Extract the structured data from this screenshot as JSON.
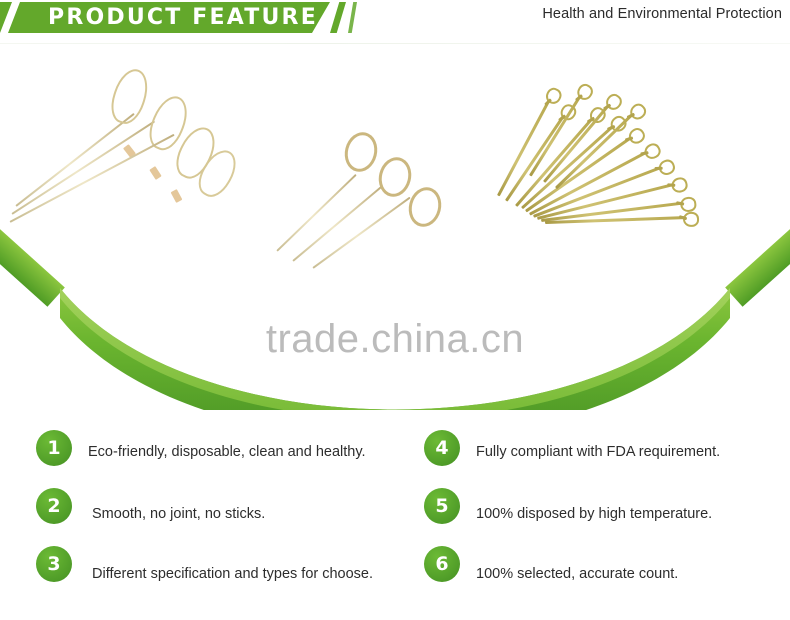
{
  "header": {
    "title": "PRODUCT  FEATURE",
    "subtitle": "Health and Environmental Protection"
  },
  "watermark": {
    "text": "trade.china.cn"
  },
  "photos": {
    "group_left_name": "looped-head bamboo skewers",
    "group_middle_name": "ring-head bamboo skewers",
    "group_right_name": "knotted bamboo picks pile"
  },
  "features": {
    "left_column": [
      {
        "number": "1",
        "text": "Eco-friendly, disposable, clean and healthy."
      },
      {
        "number": "2",
        "text": "Smooth, no joint, no sticks."
      },
      {
        "number": "3",
        "text": "Different specification and types for choose."
      }
    ],
    "right_column": [
      {
        "number": "4",
        "text": "Fully compliant with FDA requirement."
      },
      {
        "number": "5",
        "text": "100% disposed by high temperature."
      },
      {
        "number": "6",
        "text": "100% selected, accurate count."
      }
    ]
  },
  "colors": {
    "banner_green": "#63a82b",
    "badge_green": "#4f9c28",
    "swoosh_green": "#5aa72c",
    "ribbon_light": "#8cc63f",
    "watermark_gray": "#a8a8a8",
    "text_dark": "#2d2d2d"
  }
}
